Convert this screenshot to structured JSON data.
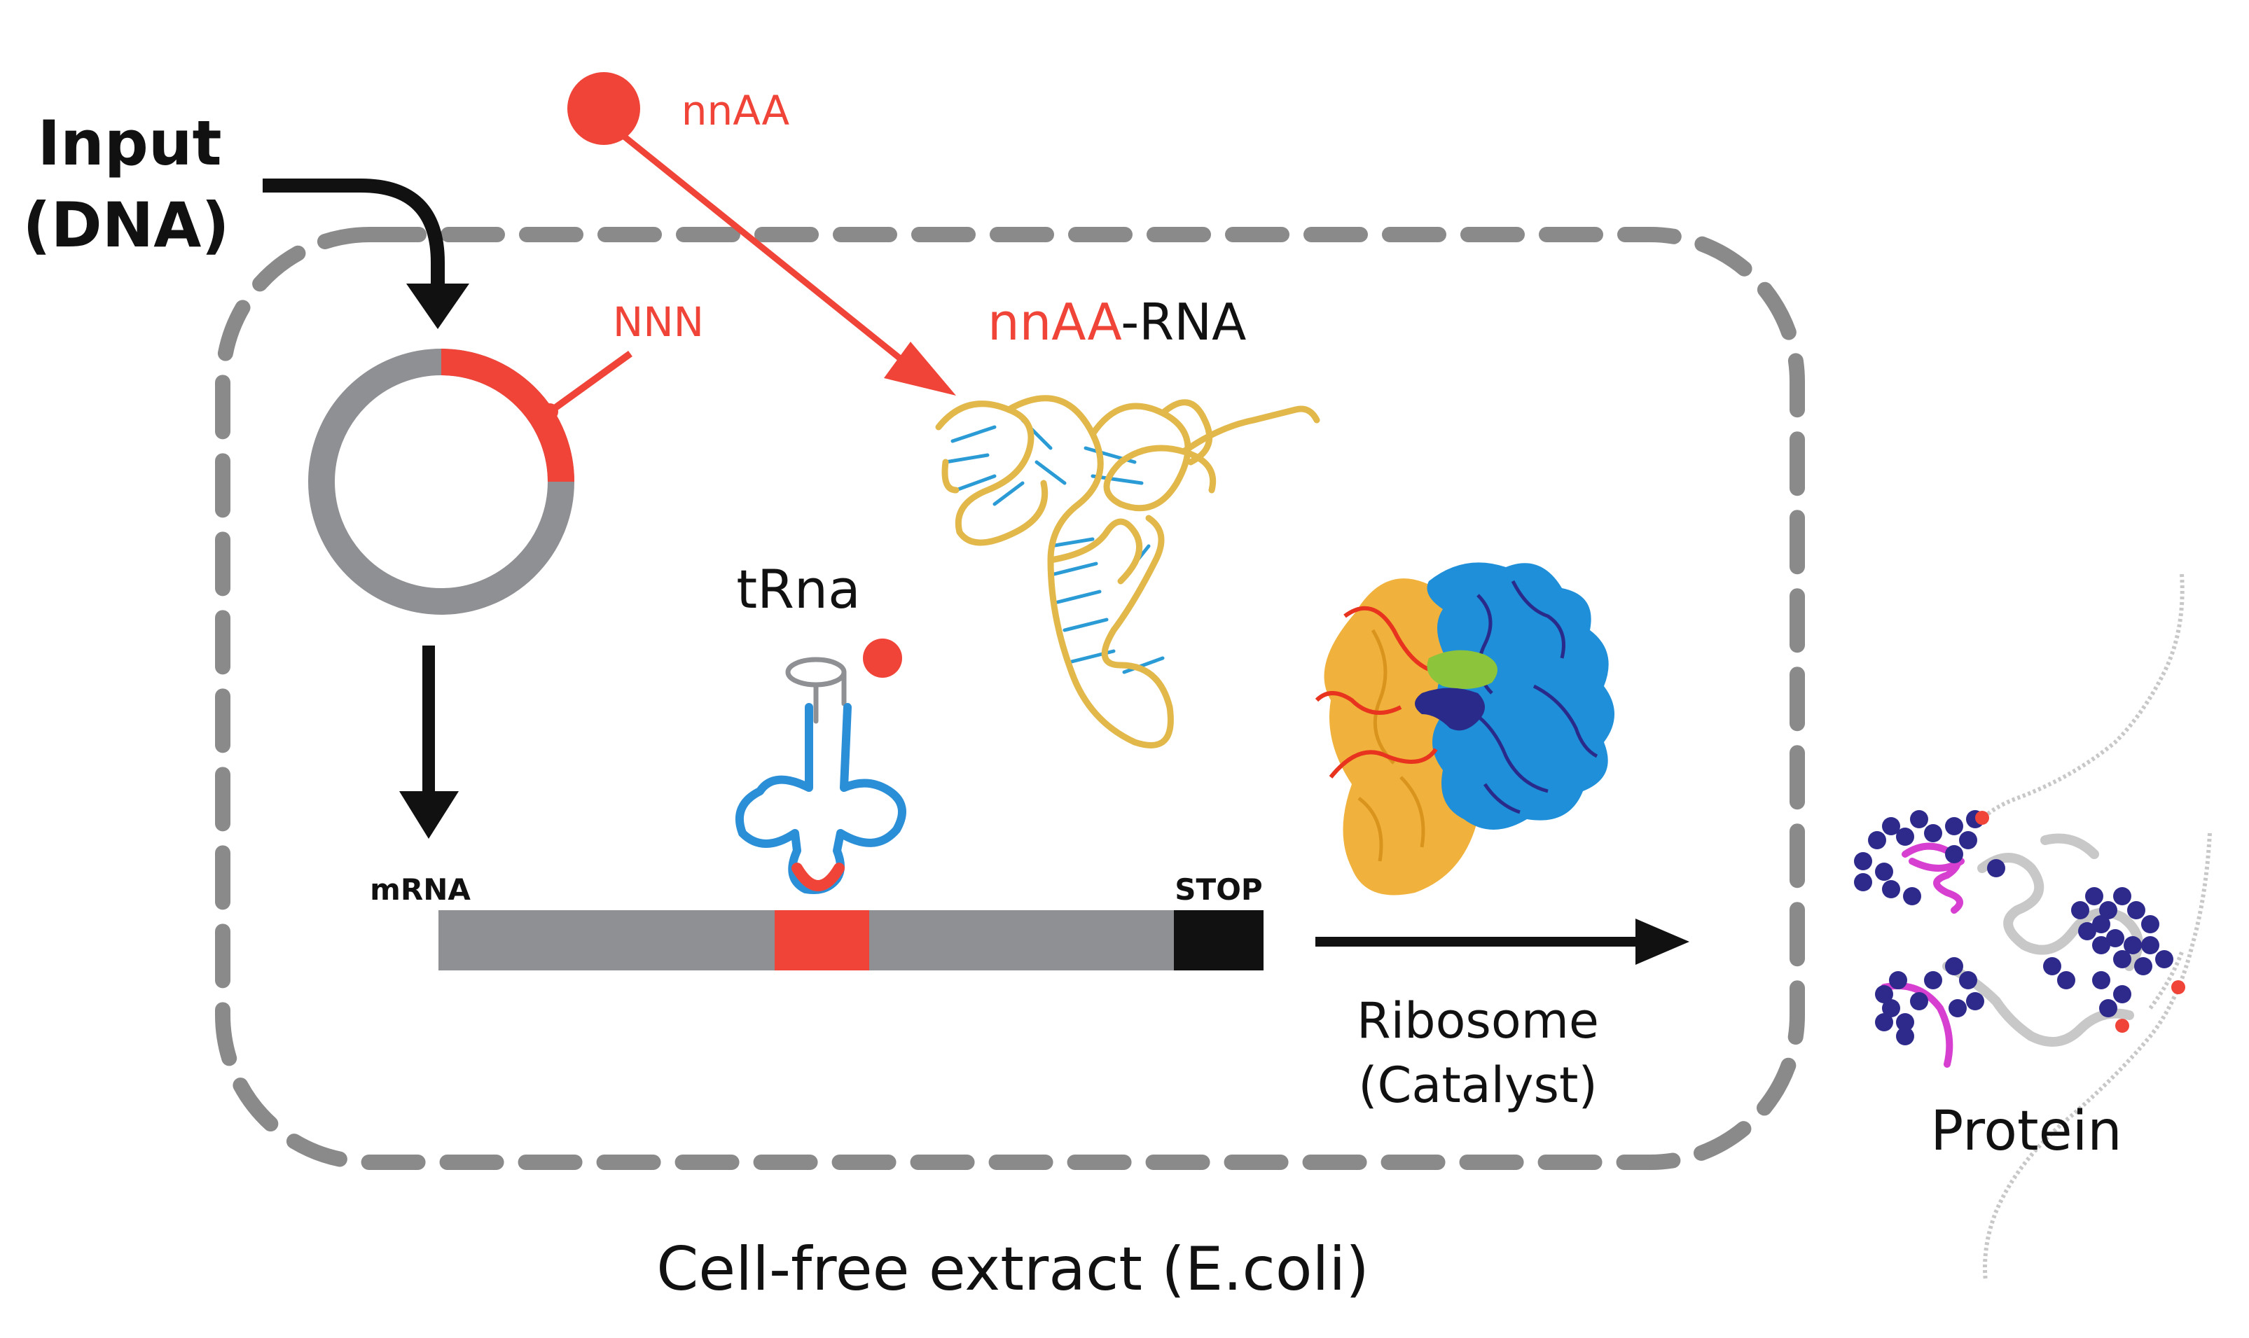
{
  "labels": {
    "input_line1": "Input",
    "input_line2": "(DNA)",
    "nnaa": "nnAA",
    "nnn": "NNN",
    "nnaa_rna_prefix": "nnAA",
    "nnaa_rna_suffix": "-RNA",
    "trna": "tRna",
    "mrna": "mRNA",
    "stop": "STOP",
    "ribosome_line1": "Ribosome",
    "ribosome_line2": "(Catalyst)",
    "protein": "Protein",
    "extract": "Cell-free extract (E.coli)"
  },
  "colors": {
    "black": "#111111",
    "gray": "#8f9093",
    "red": "#f04438",
    "dash": "#8a8a8a",
    "rna_yellow": "#e2b84a",
    "rna_blue": "#2b9bd6",
    "trna_blue": "#2b8fd8",
    "ribo_blue": "#1e8fd8",
    "ribo_orange": "#f0b23c",
    "ribo_navy": "#2a2a8a",
    "ribo_green": "#8cc43c",
    "protein_navy": "#2e2a8c",
    "protein_magenta": "#d63fd0",
    "protein_gray": "#c8c8c8"
  }
}
